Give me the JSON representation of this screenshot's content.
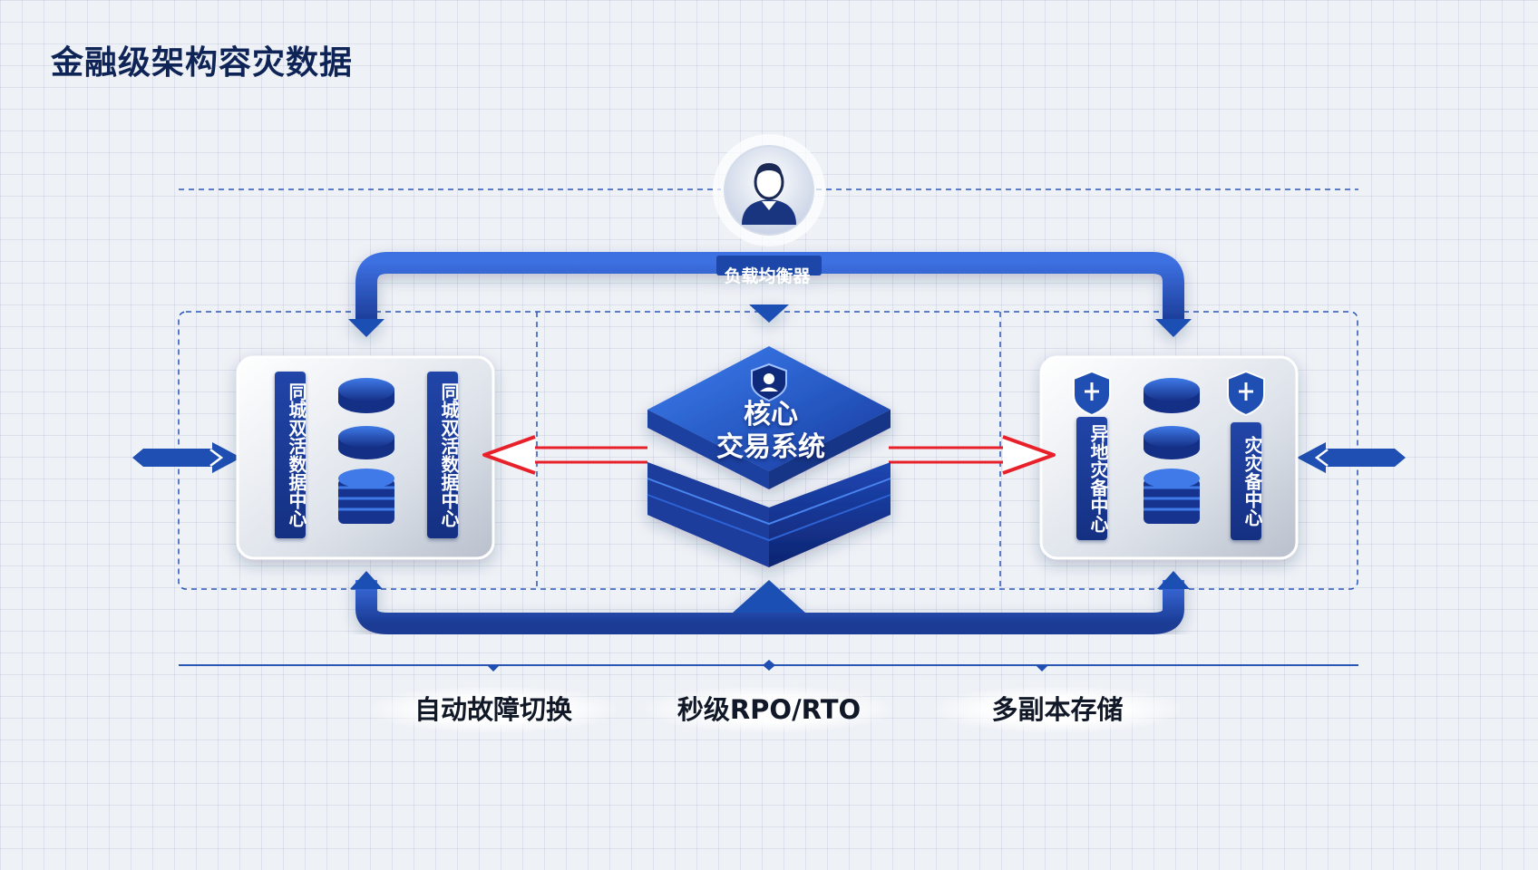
{
  "page": {
    "title": "金融级架构容灾数据"
  },
  "diagram": {
    "user": {
      "icon": "user-avatar-icon"
    },
    "load_balancer": {
      "label": "负载均衡器"
    },
    "core": {
      "label_line1": "核心",
      "label_line2": "交易系统",
      "icon": "shield-icon"
    },
    "left_dc": {
      "label_a": "同城双活数据中心",
      "label_b": "同城双活数据中心",
      "icons": [
        "database-stack-icon",
        "database-layer-icon"
      ]
    },
    "right_dc": {
      "label_a": "异地灾备中心",
      "label_b": "灾灾备中心",
      "icons": [
        "shield-icon",
        "database-stack-icon"
      ]
    },
    "features": [
      {
        "label": "自动故障切换"
      },
      {
        "label": "秒级RPO/RTO"
      },
      {
        "label": "多副本存储"
      }
    ],
    "colors": {
      "primary": "#1f4fb3",
      "dark_blue": "#0f2456",
      "replication_arrow": "#e8202a",
      "dashed_border": "#2a56b5"
    }
  }
}
